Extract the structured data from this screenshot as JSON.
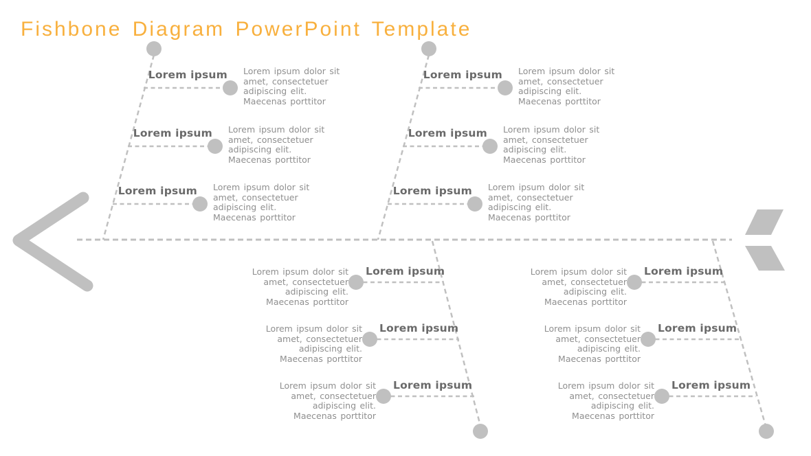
{
  "title": "Fishbone Diagram PowerPoint Template",
  "colors": {
    "title": "#f8b03e",
    "label": "#6a6a6a",
    "description": "#8f8f8f",
    "skeleton": "#c0c0c0"
  },
  "icons": {
    "head": "chevron-left-outline",
    "tail": "fish-tail-fins"
  },
  "branches": [
    {
      "id": "top-left",
      "items": [
        {
          "label": "Lorem ipsum",
          "desc": "Lorem ipsum dolor sit\namet, consectetuer\nadipiscing elit.\nMaecenas porttitor"
        },
        {
          "label": "Lorem ipsum",
          "desc": "Lorem ipsum dolor sit\namet, consectetuer\nadipiscing elit.\nMaecenas porttitor"
        },
        {
          "label": "Lorem ipsum",
          "desc": "Lorem ipsum dolor sit\namet, consectetuer\nadipiscing elit.\nMaecenas porttitor"
        }
      ]
    },
    {
      "id": "top-right",
      "items": [
        {
          "label": "Lorem ipsum",
          "desc": "Lorem ipsum dolor sit\namet, consectetuer\nadipiscing elit.\nMaecenas porttitor"
        },
        {
          "label": "Lorem ipsum",
          "desc": "Lorem ipsum dolor sit\namet, consectetuer\nadipiscing elit.\nMaecenas porttitor"
        },
        {
          "label": "Lorem ipsum",
          "desc": "Lorem ipsum dolor sit\namet, consectetuer\nadipiscing elit.\nMaecenas porttitor"
        }
      ]
    },
    {
      "id": "bottom-left",
      "items": [
        {
          "label": "Lorem ipsum",
          "desc": "Lorem ipsum dolor sit\namet, consectetuer\nadipiscing elit.\nMaecenas porttitor"
        },
        {
          "label": "Lorem ipsum",
          "desc": "Lorem ipsum dolor sit\namet, consectetuer\nadipiscing elit.\nMaecenas porttitor"
        },
        {
          "label": "Lorem ipsum",
          "desc": "Lorem ipsum dolor sit\namet, consectetuer\nadipiscing elit.\nMaecenas porttitor"
        }
      ]
    },
    {
      "id": "bottom-right",
      "items": [
        {
          "label": "Lorem ipsum",
          "desc": "Lorem ipsum dolor sit\namet, consectetuer\nadipiscing elit.\nMaecenas porttitor"
        },
        {
          "label": "Lorem ipsum",
          "desc": "Lorem ipsum dolor sit\namet, consectetuer\nadipiscing elit.\nMaecenas porttitor"
        },
        {
          "label": "Lorem ipsum",
          "desc": "Lorem ipsum dolor sit\namet, consectetuer\nadipiscing elit.\nMaecenas porttitor"
        }
      ]
    }
  ]
}
